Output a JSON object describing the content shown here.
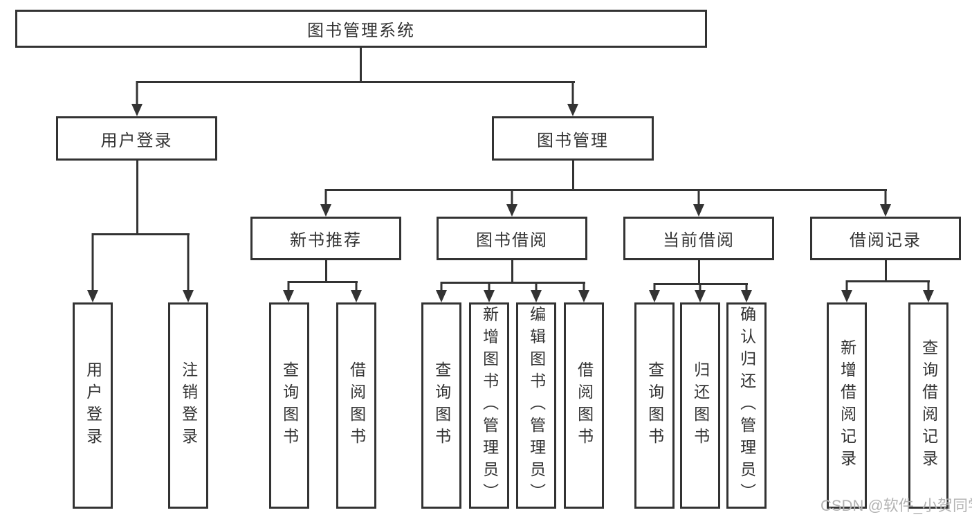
{
  "diagram": {
    "root": {
      "label": "图书管理系统"
    },
    "branches": [
      {
        "label": "用户登录",
        "children": [
          {
            "label": "用户登录"
          },
          {
            "label": "注销登录"
          }
        ]
      },
      {
        "label": "图书管理",
        "children": [
          {
            "label": "新书推荐",
            "children": [
              {
                "label": "查询图书"
              },
              {
                "label": "借阅图书"
              }
            ]
          },
          {
            "label": "图书借阅",
            "children": [
              {
                "label": "查询图书"
              },
              {
                "label": "新增图书（管理员）"
              },
              {
                "label": "编辑图书（管理员）"
              },
              {
                "label": "借阅图书"
              }
            ]
          },
          {
            "label": "当前借阅",
            "children": [
              {
                "label": "查询图书"
              },
              {
                "label": "归还图书"
              },
              {
                "label": "确认归还（管理员）"
              }
            ]
          },
          {
            "label": "借阅记录",
            "children": [
              {
                "label": "新增借阅记录"
              },
              {
                "label": "查询借阅记录"
              }
            ]
          }
        ]
      }
    ]
  },
  "watermark": {
    "text": "CSDN @软件_小贺同学"
  },
  "colors": {
    "line": "#333333",
    "text": "#333333",
    "watermark": "#b3b3b3",
    "background": "#ffffff"
  }
}
